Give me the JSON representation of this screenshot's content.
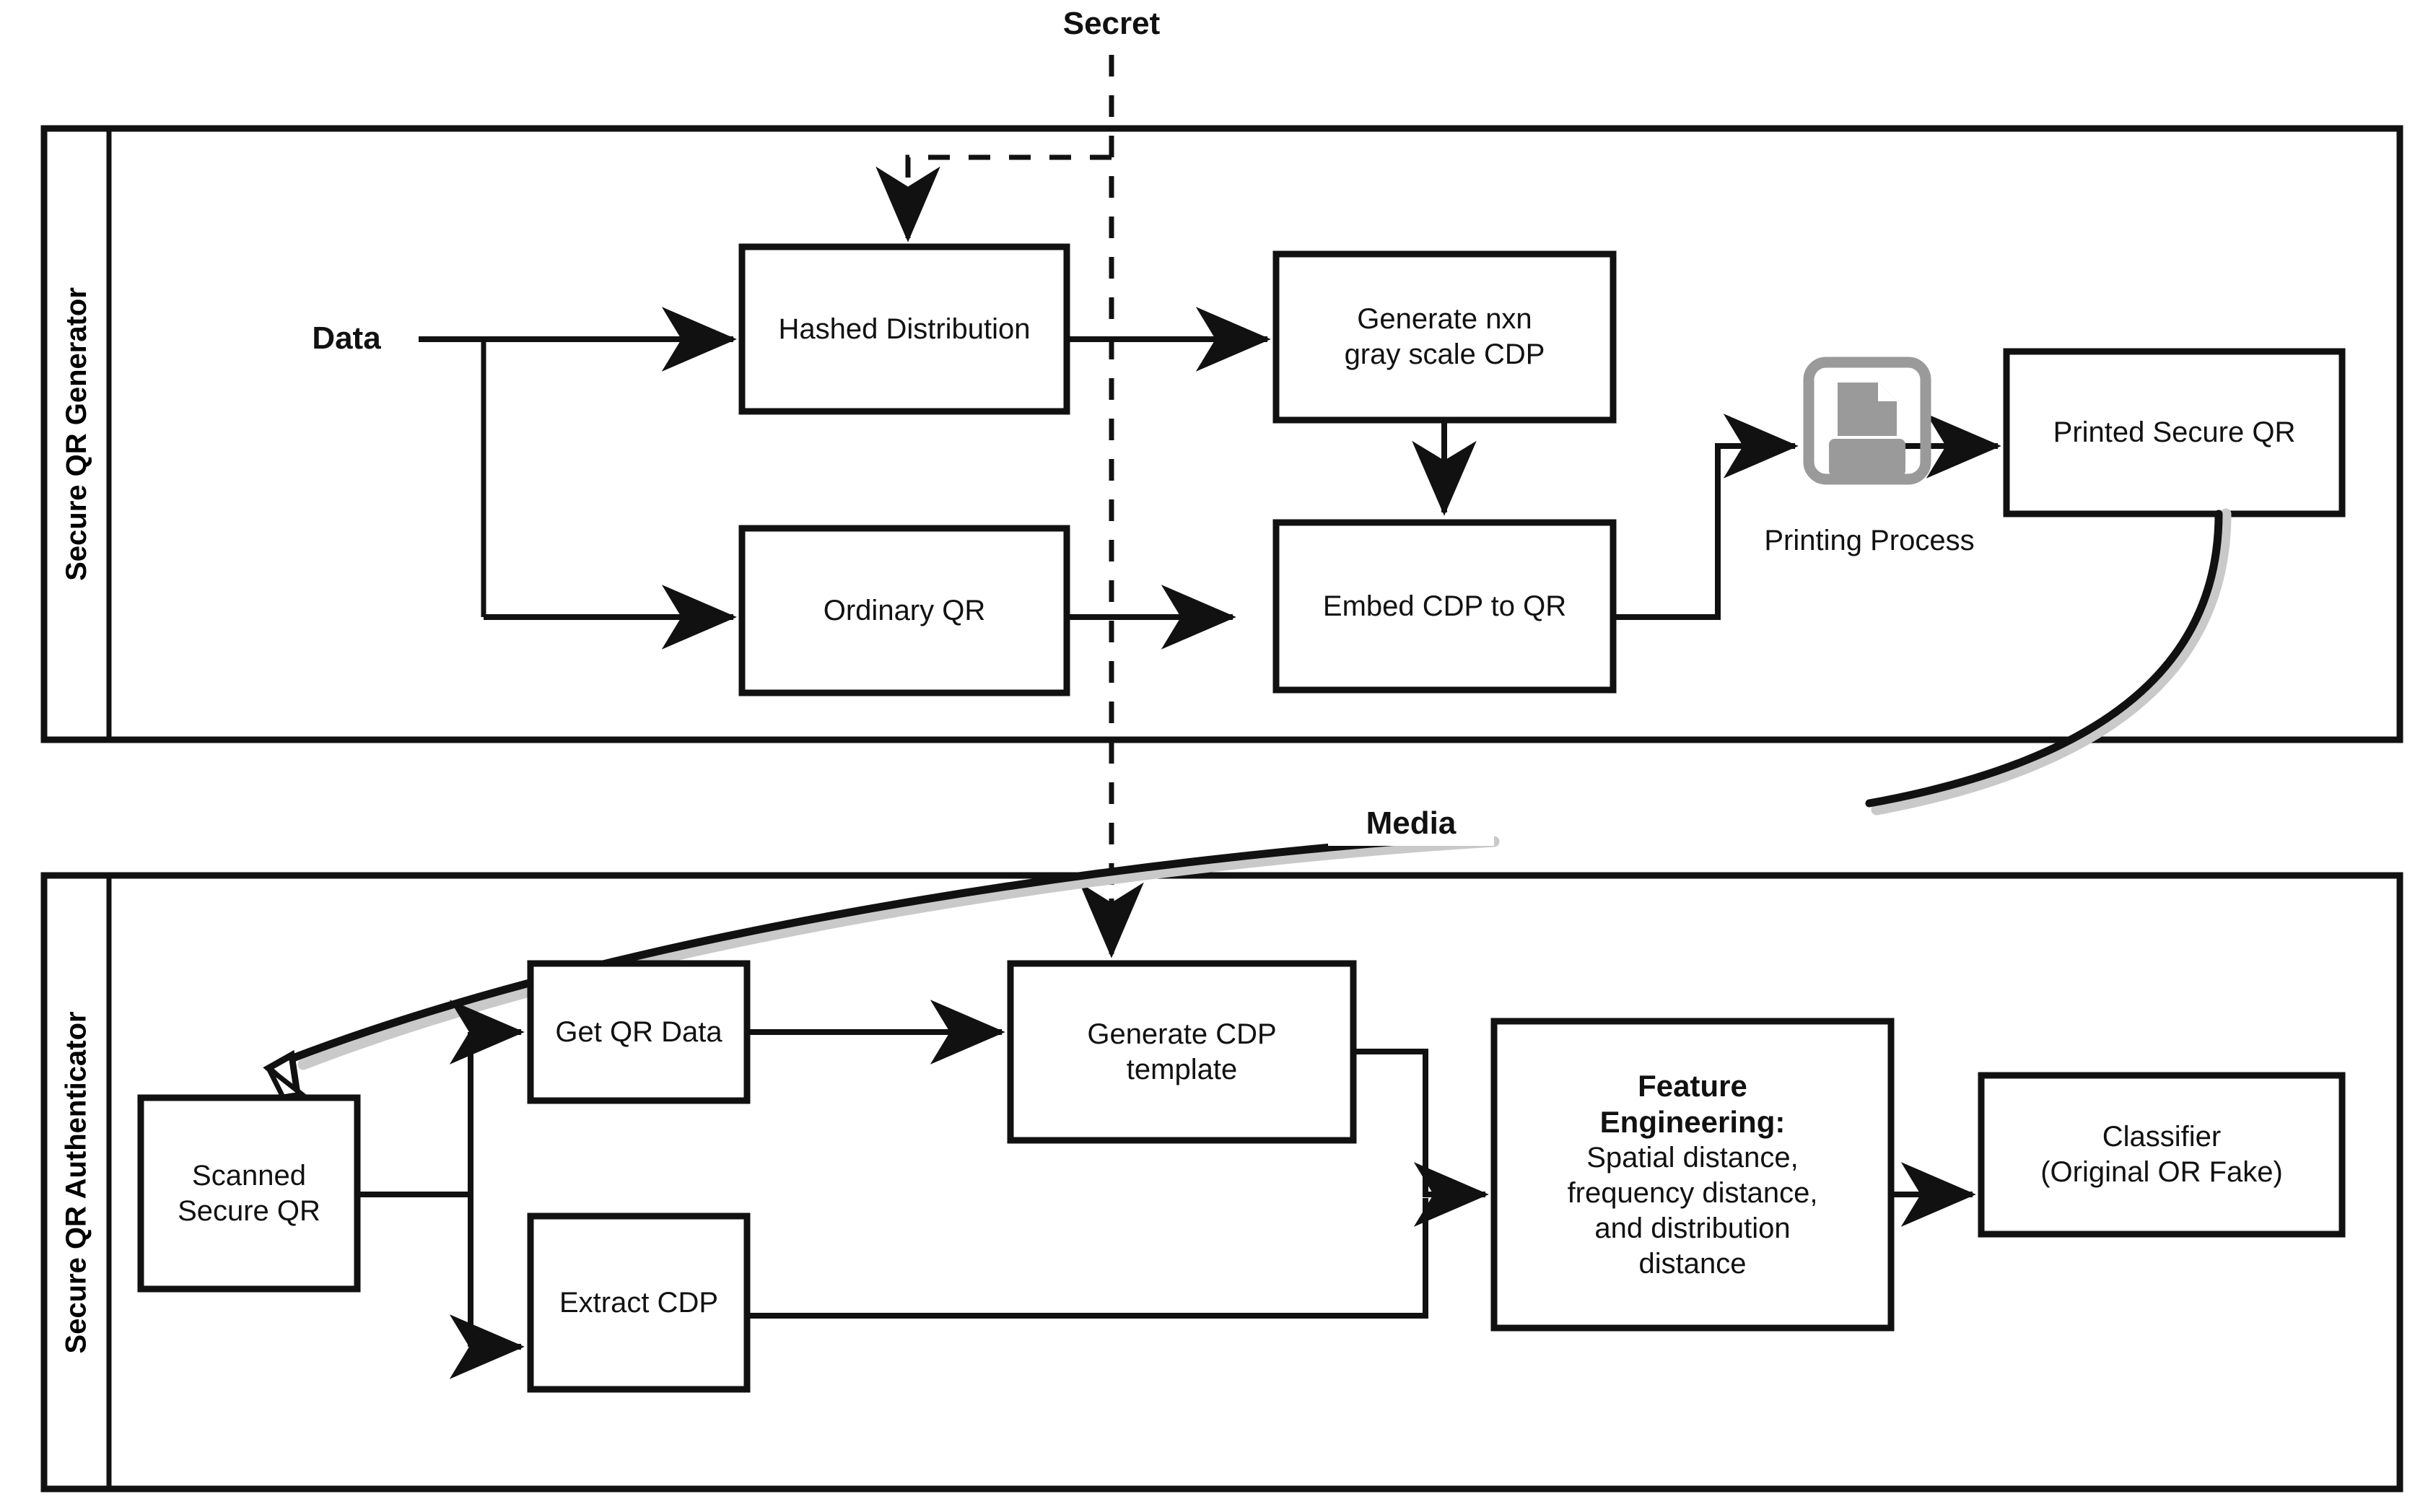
{
  "diagram": {
    "title_labels": {
      "secret": "Secret",
      "media": "Media",
      "data": "Data",
      "printing_process": "Printing Process"
    },
    "lanes": [
      {
        "id": "generator",
        "label": "Secure QR Generator"
      },
      {
        "id": "authenticator",
        "label": "Secure QR Authenticator"
      }
    ],
    "generator_nodes": [
      {
        "id": "hashed-distribution",
        "label": "Hashed Distribution"
      },
      {
        "id": "generate-cdp",
        "label": "Generate nxn\ngray scale CDP"
      },
      {
        "id": "ordinary-qr",
        "label": "Ordinary QR"
      },
      {
        "id": "embed-cdp",
        "label": "Embed CDP to QR"
      },
      {
        "id": "printed-secure-qr",
        "label": "Printed Secure QR"
      }
    ],
    "authenticator_nodes": [
      {
        "id": "scanned-secure-qr",
        "label": "Scanned\nSecure QR"
      },
      {
        "id": "get-qr-data",
        "label": "Get QR Data"
      },
      {
        "id": "extract-cdp",
        "label": "Extract CDP"
      },
      {
        "id": "generate-cdp-template",
        "label": "Generate CDP\ntemplate"
      },
      {
        "id": "feature-engineering",
        "label_bold": "Feature\nEngineering:",
        "label_rest": "Spatial distance,\nfrequency distance,\nand distribution\ndistance"
      },
      {
        "id": "classifier",
        "label": "Classifier\n(Original OR Fake)"
      }
    ],
    "icons": [
      {
        "id": "printer-icon",
        "name": "printer-icon",
        "color": "#9a9a9a"
      }
    ],
    "colors": {
      "stroke": "#111111",
      "printer_gray": "#9a9a9a",
      "media_shadow": "#c9c9c9",
      "background": "#ffffff"
    }
  }
}
